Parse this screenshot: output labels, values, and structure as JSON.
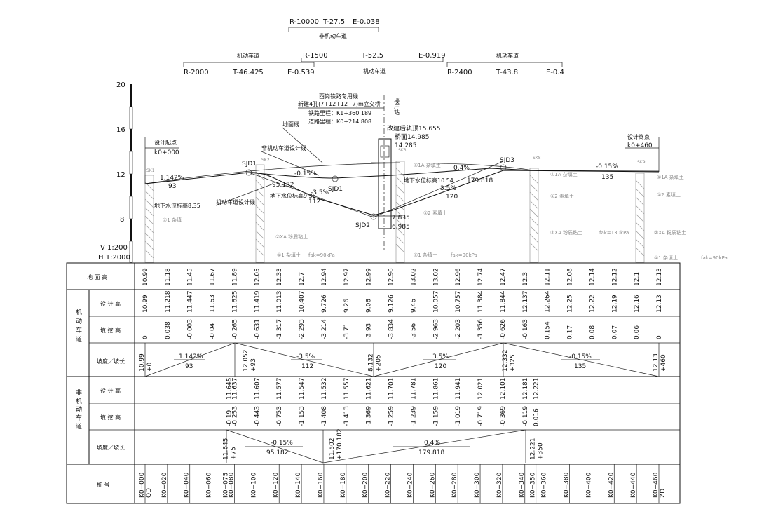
{
  "curves": {
    "top": {
      "r": "R-10000",
      "t": "T-27.5",
      "e": "E-0.038",
      "label": "非机动车道"
    },
    "left": {
      "label": "机动车道",
      "r": "R-2000",
      "t": "T-46.425",
      "e": "E-0.539"
    },
    "center": {
      "r": "R-1500",
      "t": "T-52.5",
      "e": "E-0.919",
      "label": "机动车道"
    },
    "right": {
      "label": "机动车道",
      "r": "R-2400",
      "t": "T-43.8",
      "e": "E-0.4"
    }
  },
  "elevation_axis": [
    "20",
    "16",
    "12",
    "8"
  ],
  "scale": {
    "v": "V 1:200",
    "h": "H 1:2000"
  },
  "annotations": {
    "start_title": "设计起点",
    "start_k": "k0+000",
    "end_title": "设计终点",
    "end_k": "k0+460",
    "bridge_1": "西岗铁路专用线",
    "bridge_2": "新建4孔(7+12+12+7)m立交桥",
    "bridge_3": "铁路里程：K1+360.189",
    "bridge_4": "道路里程：K0+214.808",
    "station": "楼庄站",
    "ground_line": "地面线",
    "nm_design_line": "非机动车道设计线",
    "m_design_line": "机动车道设计线",
    "rail_top": "改建后轨顶15.655",
    "rail_b": "桥面14.985",
    "rail_c": "14.285",
    "water_left": "地下水位标高8.35",
    "water_mid": "地下水位标高9.35",
    "water_right": "地下水位标高10.54",
    "low_1": "7.835",
    "low_2": "6.985",
    "sjd1a": "SJD1",
    "sjd1b": "SJD1",
    "sjd2": "SJD2",
    "sjd3": "SJD3",
    "g1_pct": "1.142%",
    "g1_len": "93",
    "g2_pct": "-0.15%",
    "g2_len": "95.182",
    "g3_pct": "-3.5%",
    "g3_len": "112",
    "g4_pct": "0.4%",
    "g4_len": "179.818",
    "g5_pct": "3.5%",
    "g5_len": "120",
    "g6_pct": "-0.15%",
    "g6_len": "135",
    "bh": [
      "SK1",
      "SK2",
      "SK3",
      "SK8",
      "SK9"
    ],
    "soil_1a": "①1A 杂填土",
    "soil_1": "①1 杂填土",
    "soil_2": "①2 素填土",
    "soil_2a": "②XA 粉质粘土",
    "fak_130": "fak=130kPa",
    "fak_90": "fak=90kPa"
  },
  "table": {
    "row_ground": "地 面 高",
    "group_m": "机动车道",
    "group_nm": "非机动车道",
    "row_design": "设 计 高",
    "row_fill": "填 挖 高",
    "row_slope": "坡度／坡长",
    "row_station": "桩  号",
    "ground": [
      "10.99",
      "11.18",
      "11.45",
      "11.67",
      "11.89",
      "12.05",
      "12.33",
      "12.7",
      "12.94",
      "12.97",
      "12.99",
      "12.96",
      "13.02",
      "13.02",
      "12.96",
      "12.74",
      "12.47",
      "12.3",
      "12.11",
      "12.08",
      "12.14",
      "12.12",
      "12.1",
      "12.13"
    ],
    "m_design": [
      "10.99",
      "11.218",
      "11.447",
      "11.63",
      "11.625",
      "11.419",
      "11.013",
      "10.407",
      "9.726",
      "9.26",
      "9.06",
      "9.126",
      "9.46",
      "10.057",
      "10.757",
      "11.384",
      "11.844",
      "12.137",
      "12.264",
      "12.25",
      "12.22",
      "12.19",
      "12.16",
      "12.13"
    ],
    "m_fill": [
      "0",
      "0.038",
      "-0.003",
      "-0.04",
      "-0.265",
      "-0.631",
      "-1.317",
      "-2.293",
      "-3.214",
      "-3.71",
      "-3.93",
      "-3.834",
      "-3.56",
      "-2.963",
      "-2.203",
      "-1.356",
      "-0.626",
      "-0.163",
      "0.154",
      "0.17",
      "0.08",
      "0.07",
      "0.06",
      "0"
    ],
    "m_slope": [
      {
        "pct": "1.142%",
        "len": "93"
      },
      {
        "pct": "-3.5%",
        "len": "112"
      },
      {
        "pct": "3.5%",
        "len": "120"
      },
      {
        "pct": "-0.15%",
        "len": "135"
      }
    ],
    "m_vp": [
      {
        "elev": "10.99",
        "st": "+0"
      },
      {
        "elev": "12.052",
        "st": "+93"
      },
      {
        "elev": "8.132",
        "st": "+205"
      },
      {
        "elev": "12.332",
        "st": "+325"
      },
      {
        "elev": "12.13",
        "st": "+460"
      }
    ],
    "nm_design": [
      "11.645",
      "11.637",
      "11.607",
      "11.577",
      "11.547",
      "11.532",
      "11.557",
      "11.621",
      "11.701",
      "11.781",
      "11.861",
      "11.941",
      "12.021",
      "12.101",
      "12.181",
      "12.221"
    ],
    "nm_fill": [
      "-0.19",
      "-0.253",
      "-0.443",
      "-0.753",
      "-1.153",
      "-1.408",
      "-1.413",
      "-1.369",
      "-1.259",
      "-1.239",
      "-1.159",
      "-1.019",
      "-0.719",
      "-0.369",
      "-0.119",
      "0.016"
    ],
    "nm_slope": [
      {
        "pct": "-0.15%",
        "len": "95.182"
      },
      {
        "pct": "0.4%",
        "len": "179.818"
      }
    ],
    "nm_vp": [
      {
        "elev": "11.645",
        "st": "+75"
      },
      {
        "elev": "11.502",
        "st": "+170.182"
      },
      {
        "elev": "12.221",
        "st": "+350"
      }
    ],
    "stations": [
      "K0+000",
      "K0+020",
      "K0+040",
      "K0+060",
      "K0+075",
      "K0+080",
      "K0+100",
      "K0+120",
      "K0+140",
      "K0+160",
      "K0+180",
      "K0+200",
      "K0+220",
      "K0+240",
      "K0+260",
      "K0+280",
      "K0+300",
      "K0+320",
      "K0+340",
      "K0+350",
      "K0+360",
      "K0+380",
      "K0+400",
      "K0+420",
      "K0+440",
      "K0+460"
    ],
    "station_sub_first": "QD",
    "station_sub_last": "ZD"
  }
}
